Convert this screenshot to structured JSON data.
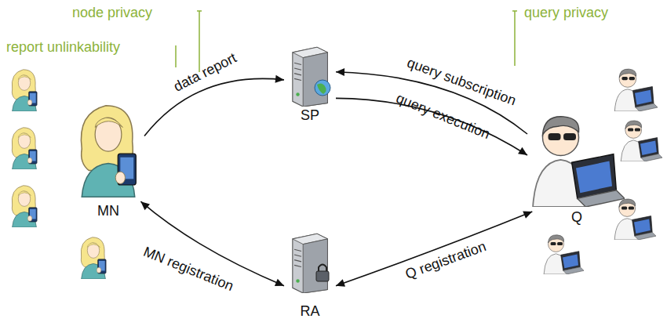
{
  "diagram": {
    "nodes": [
      {
        "text": [
          "MN"
        ]
      },
      {
        "text": [
          "SP"
        ]
      },
      {
        "text": [
          "Q"
        ]
      },
      {
        "text": [
          "RA"
        ]
      }
    ],
    "edges": [
      {
        "from": 0,
        "to": 1,
        "label": "data report",
        "arrow": "to"
      },
      {
        "from": 2,
        "to": 1,
        "label": "query subscription",
        "arrow": "to"
      },
      {
        "from": 1,
        "to": 2,
        "label": "query execution",
        "arrow": "to"
      },
      {
        "from": 0,
        "to": 3,
        "label": "MN registration",
        "arrow": "both"
      },
      {
        "from": 2,
        "to": 3,
        "label": "Q registration",
        "arrow": "both"
      }
    ],
    "labels": [
      "node privacy",
      "report unlinkability",
      "query privacy"
    ]
  }
}
